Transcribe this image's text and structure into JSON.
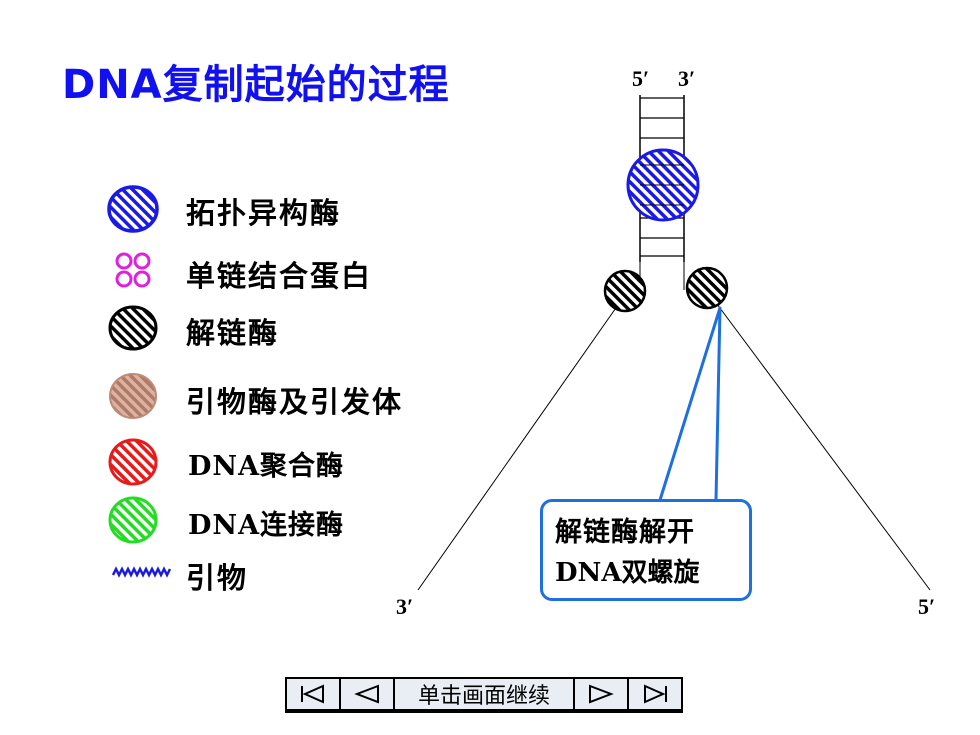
{
  "title": "DNA复制起始的过程",
  "legend": [
    {
      "label": "拓扑异构酶",
      "icon": "topoisomerase-icon",
      "color": "#1a1ae6"
    },
    {
      "label": "单链结合蛋白",
      "icon": "ssb-icon",
      "color": "#e020e0"
    },
    {
      "label": "解链酶",
      "icon": "helicase-icon",
      "color": "#000000"
    },
    {
      "label": "引物酶及引发体",
      "icon": "primase-icon",
      "color": "#c08a76"
    },
    {
      "label": "DNA聚合酶",
      "icon": "dna-polymerase-icon",
      "color": "#e81a1a"
    },
    {
      "label": "DNA连接酶",
      "icon": "dna-ligase-icon",
      "color": "#22dd22"
    },
    {
      "label": "引物",
      "icon": "primer-icon",
      "color": "#1a1ae6"
    }
  ],
  "strand_labels": {
    "top_left": "5′",
    "top_right": "3′",
    "bottom_left": "3′",
    "bottom_right": "5′"
  },
  "callout": {
    "line1": "解链酶解开",
    "line2": "DNA双螺旋"
  },
  "nav": {
    "center_label": "单击画面继续"
  },
  "colors": {
    "title": "#1010f0",
    "callout_border": "#1e6fe0"
  }
}
